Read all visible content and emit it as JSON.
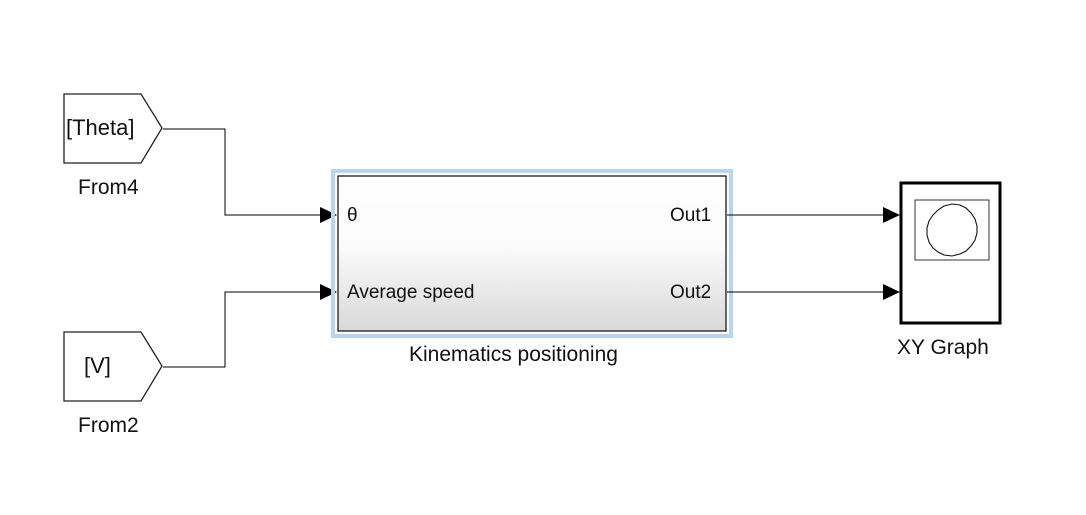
{
  "blocks": {
    "from_theta": {
      "tag": "[Theta]",
      "name": "From4"
    },
    "from_v": {
      "tag": "[V]",
      "name": "From2"
    },
    "subsystem": {
      "name": "Kinematics positioning",
      "inports": [
        "θ",
        "Average speed"
      ],
      "outports": [
        "Out1",
        "Out2"
      ]
    },
    "xy_graph": {
      "name": "XY Graph"
    }
  },
  "colors": {
    "line": "#000000",
    "selection_highlight": "#b8d4ee",
    "subsystem_gradient_top": "#ffffff",
    "subsystem_gradient_bottom": "#dcdcdc"
  }
}
